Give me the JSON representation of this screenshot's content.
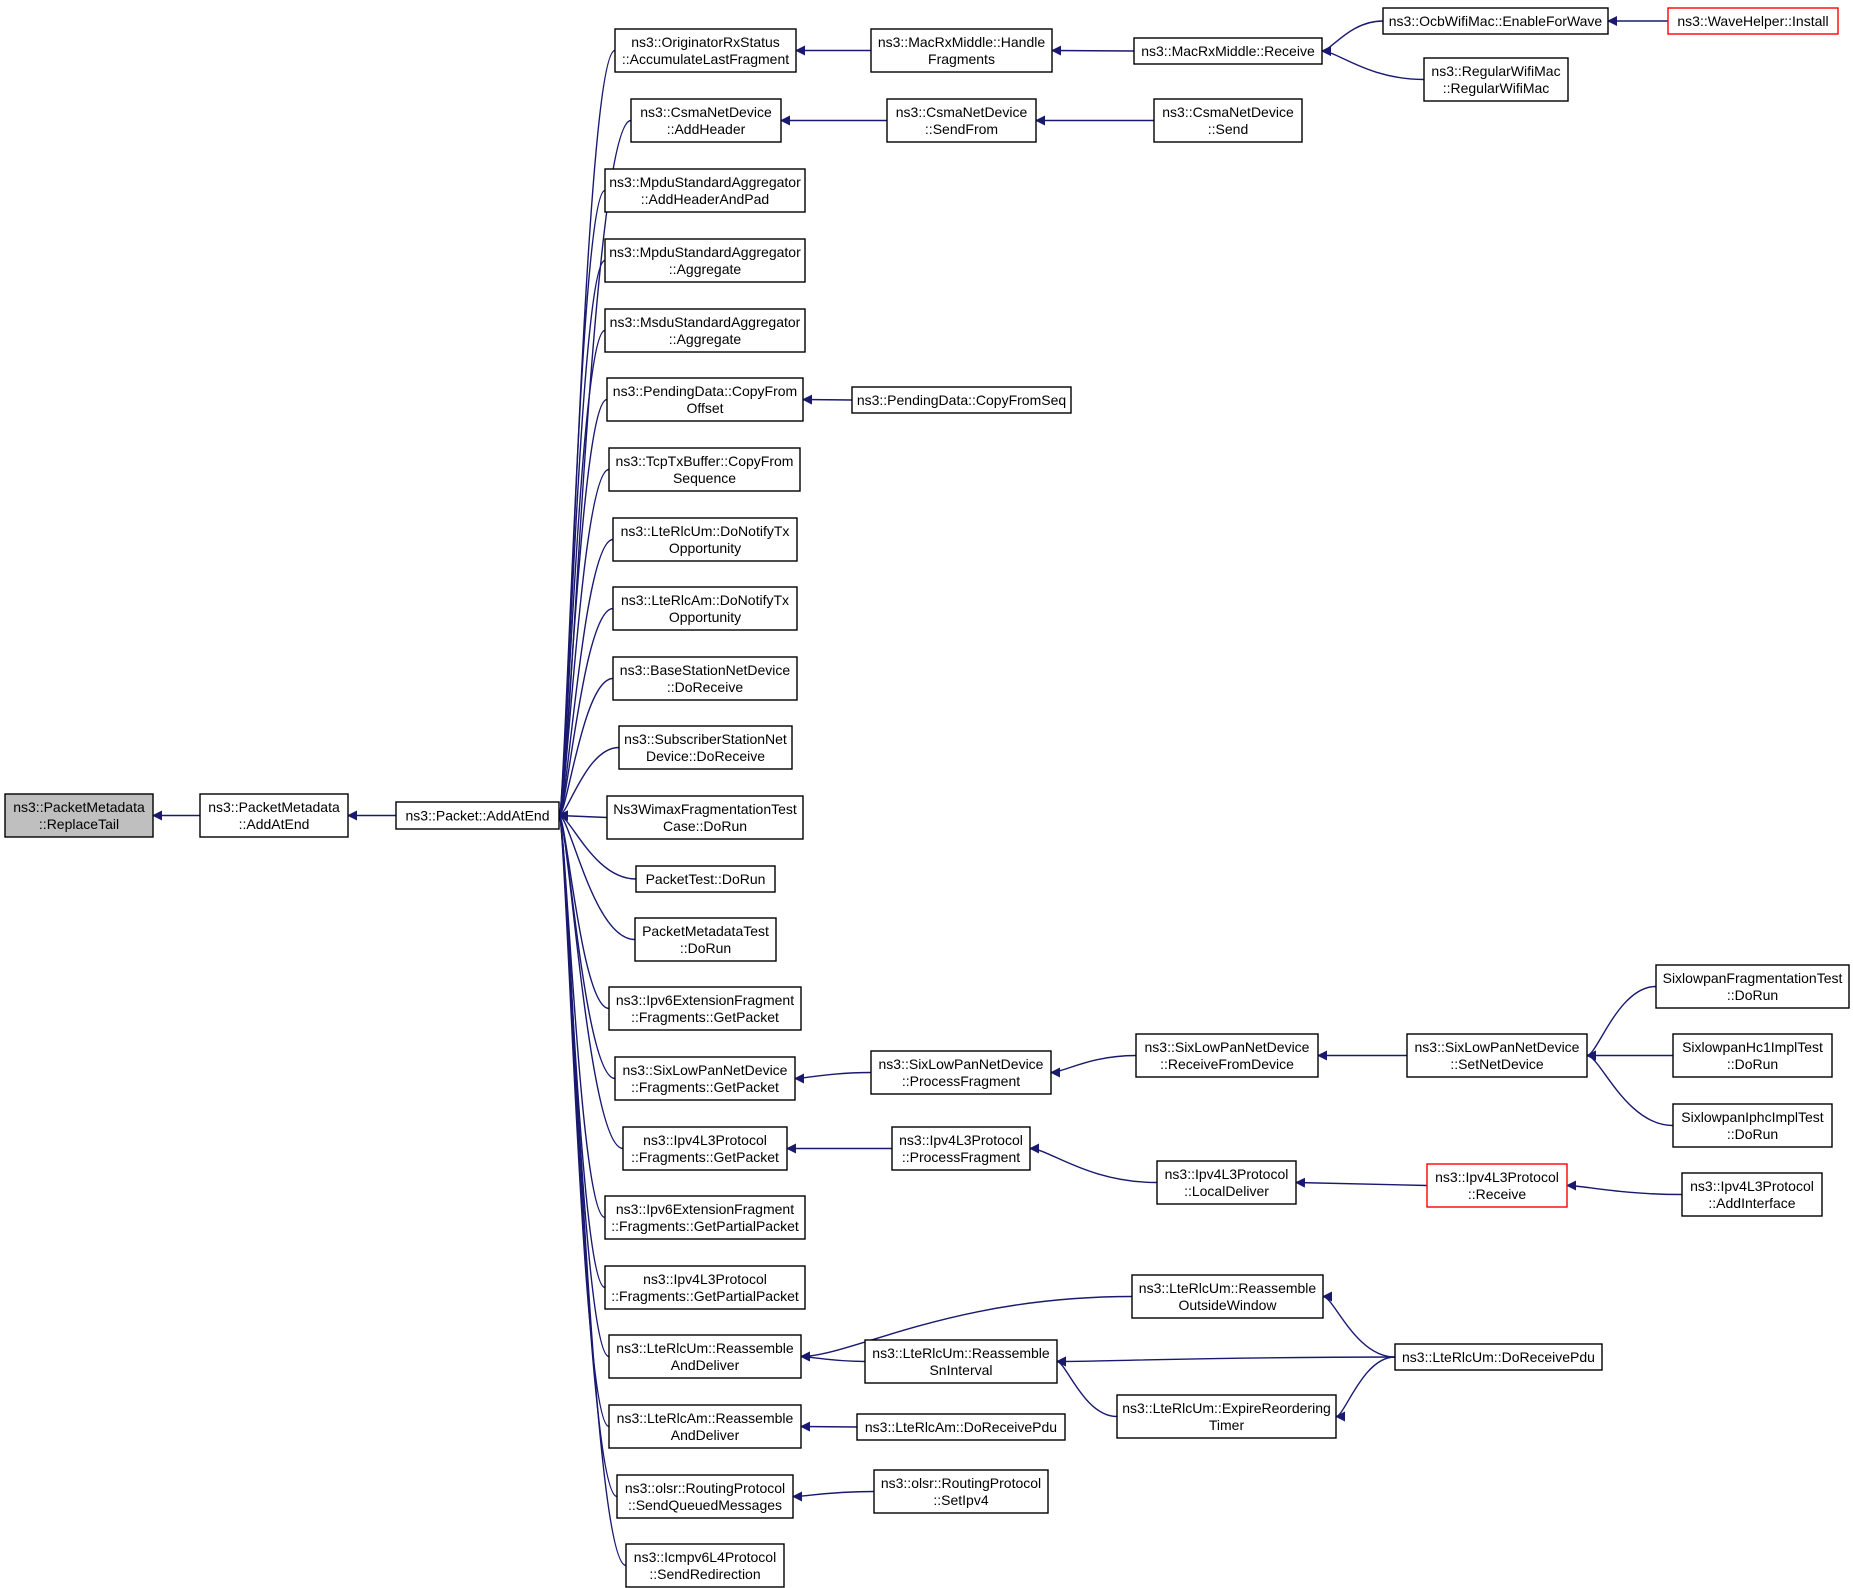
{
  "diagram": {
    "title": "",
    "edge_color": "#191970",
    "root_fill": "#bfbfbf",
    "highlight_border": "#ff0000",
    "nodes": [
      {
        "id": "replacetail",
        "lines": [
          "ns3::PacketMetadata",
          "::ReplaceTail"
        ],
        "style": "root"
      },
      {
        "id": "pm_addatend",
        "lines": [
          "ns3::PacketMetadata",
          "::AddAtEnd"
        ]
      },
      {
        "id": "packet_addatend",
        "lines": [
          "ns3::Packet::AddAtEnd"
        ]
      },
      {
        "id": "orig_acc",
        "lines": [
          "ns3::OriginatorRxStatus",
          "::AccumulateLastFragment"
        ]
      },
      {
        "id": "csma_addheader",
        "lines": [
          "ns3::CsmaNetDevice",
          "::AddHeader"
        ]
      },
      {
        "id": "mpdu_addheaderpad",
        "lines": [
          "ns3::MpduStandardAggregator",
          "::AddHeaderAndPad"
        ]
      },
      {
        "id": "mpdu_aggregate",
        "lines": [
          "ns3::MpduStandardAggregator",
          "::Aggregate"
        ]
      },
      {
        "id": "msdu_aggregate",
        "lines": [
          "ns3::MsduStandardAggregator",
          "::Aggregate"
        ]
      },
      {
        "id": "pending_copyfromoffset",
        "lines": [
          "ns3::PendingData::CopyFrom",
          "Offset"
        ]
      },
      {
        "id": "tcptx_copyfromseq",
        "lines": [
          "ns3::TcpTxBuffer::CopyFrom",
          "Sequence"
        ]
      },
      {
        "id": "rlcum_notifytx",
        "lines": [
          "ns3::LteRlcUm::DoNotifyTx",
          "Opportunity"
        ]
      },
      {
        "id": "rlcam_notifytx",
        "lines": [
          "ns3::LteRlcAm::DoNotifyTx",
          "Opportunity"
        ]
      },
      {
        "id": "bs_doreceive",
        "lines": [
          "ns3::BaseStationNetDevice",
          "::DoReceive"
        ]
      },
      {
        "id": "ss_doreceive",
        "lines": [
          "ns3::SubscriberStationNet",
          "Device::DoReceive"
        ]
      },
      {
        "id": "wimaxfrag_dorun",
        "lines": [
          "Ns3WimaxFragmentationTest",
          "Case::DoRun"
        ]
      },
      {
        "id": "packettest_dorun",
        "lines": [
          "PacketTest::DoRun"
        ]
      },
      {
        "id": "pmtest_dorun",
        "lines": [
          "PacketMetadataTest",
          "::DoRun"
        ]
      },
      {
        "id": "ipv6frag_getpacket",
        "lines": [
          "ns3::Ipv6ExtensionFragment",
          "::Fragments::GetPacket"
        ]
      },
      {
        "id": "sixlow_getpacket",
        "lines": [
          "ns3::SixLowPanNetDevice",
          "::Fragments::GetPacket"
        ]
      },
      {
        "id": "ipv4_getpacket",
        "lines": [
          "ns3::Ipv4L3Protocol",
          "::Fragments::GetPacket"
        ]
      },
      {
        "id": "ipv6frag_getpartial",
        "lines": [
          "ns3::Ipv6ExtensionFragment",
          "::Fragments::GetPartialPacket"
        ]
      },
      {
        "id": "ipv4_getpartial",
        "lines": [
          "ns3::Ipv4L3Protocol",
          "::Fragments::GetPartialPacket"
        ]
      },
      {
        "id": "rlcum_reassembledeliver",
        "lines": [
          "ns3::LteRlcUm::Reassemble",
          "AndDeliver"
        ]
      },
      {
        "id": "rlcam_reassembledeliver",
        "lines": [
          "ns3::LteRlcAm::Reassemble",
          "AndDeliver"
        ]
      },
      {
        "id": "olsr_sendqueued",
        "lines": [
          "ns3::olsr::RoutingProtocol",
          "::SendQueuedMessages"
        ]
      },
      {
        "id": "icmpv6_sendredirection",
        "lines": [
          "ns3::Icmpv6L4Protocol",
          "::SendRedirection"
        ]
      },
      {
        "id": "macrx_handlefrag",
        "lines": [
          "ns3::MacRxMiddle::Handle",
          "Fragments"
        ]
      },
      {
        "id": "csma_sendfrom",
        "lines": [
          "ns3::CsmaNetDevice",
          "::SendFrom"
        ]
      },
      {
        "id": "pending_copyfromseq",
        "lines": [
          "ns3::PendingData::CopyFromSeq"
        ]
      },
      {
        "id": "sixlow_processfrag",
        "lines": [
          "ns3::SixLowPanNetDevice",
          "::ProcessFragment"
        ]
      },
      {
        "id": "ipv4_processfrag",
        "lines": [
          "ns3::Ipv4L3Protocol",
          "::ProcessFragment"
        ]
      },
      {
        "id": "rlcum_reassemblesn",
        "lines": [
          "ns3::LteRlcUm::Reassemble",
          "SnInterval"
        ]
      },
      {
        "id": "rlcam_doreceivepdu",
        "lines": [
          "ns3::LteRlcAm::DoReceivePdu"
        ]
      },
      {
        "id": "olsr_setipv4",
        "lines": [
          "ns3::olsr::RoutingProtocol",
          "::SetIpv4"
        ]
      },
      {
        "id": "macrx_receive",
        "lines": [
          "ns3::MacRxMiddle::Receive"
        ]
      },
      {
        "id": "csma_send",
        "lines": [
          "ns3::CsmaNetDevice",
          "::Send"
        ]
      },
      {
        "id": "sixlow_receivefromdevice",
        "lines": [
          "ns3::SixLowPanNetDevice",
          "::ReceiveFromDevice"
        ]
      },
      {
        "id": "ipv4_localdeliver",
        "lines": [
          "ns3::Ipv4L3Protocol",
          "::LocalDeliver"
        ]
      },
      {
        "id": "rlcum_reassembleoutside",
        "lines": [
          "ns3::LteRlcUm::Reassemble",
          "OutsideWindow"
        ]
      },
      {
        "id": "rlcum_expirereordering",
        "lines": [
          "ns3::LteRlcUm::ExpireReordering",
          "Timer"
        ]
      },
      {
        "id": "ocb_enableforwave",
        "lines": [
          "ns3::OcbWifiMac::EnableForWave"
        ]
      },
      {
        "id": "regularwifimac",
        "lines": [
          "ns3::RegularWifiMac",
          "::RegularWifiMac"
        ]
      },
      {
        "id": "sixlow_setnetdevice",
        "lines": [
          "ns3::SixLowPanNetDevice",
          "::SetNetDevice"
        ]
      },
      {
        "id": "ipv4_receive",
        "lines": [
          "ns3::Ipv4L3Protocol",
          "::Receive"
        ],
        "style": "red"
      },
      {
        "id": "rlcum_doreceivepdu",
        "lines": [
          "ns3::LteRlcUm::DoReceivePdu"
        ]
      },
      {
        "id": "wavehelper_install",
        "lines": [
          "ns3::WaveHelper::Install"
        ],
        "style": "red"
      },
      {
        "id": "sixfragtest_dorun",
        "lines": [
          "SixlowpanFragmentationTest",
          "::DoRun"
        ]
      },
      {
        "id": "sixhc1test_dorun",
        "lines": [
          "SixlowpanHc1ImplTest",
          "::DoRun"
        ]
      },
      {
        "id": "sixiphctest_dorun",
        "lines": [
          "SixlowpanIphcImplTest",
          "::DoRun"
        ]
      },
      {
        "id": "ipv4_addinterface",
        "lines": [
          "ns3::Ipv4L3Protocol",
          "::AddInterface"
        ]
      }
    ],
    "edges": [
      {
        "from": "pm_addatend",
        "to": "replacetail"
      },
      {
        "from": "packet_addatend",
        "to": "pm_addatend"
      },
      {
        "from": "orig_acc",
        "to": "packet_addatend"
      },
      {
        "from": "csma_addheader",
        "to": "packet_addatend"
      },
      {
        "from": "mpdu_addheaderpad",
        "to": "packet_addatend"
      },
      {
        "from": "mpdu_aggregate",
        "to": "packet_addatend"
      },
      {
        "from": "msdu_aggregate",
        "to": "packet_addatend"
      },
      {
        "from": "pending_copyfromoffset",
        "to": "packet_addatend"
      },
      {
        "from": "tcptx_copyfromseq",
        "to": "packet_addatend"
      },
      {
        "from": "rlcum_notifytx",
        "to": "packet_addatend"
      },
      {
        "from": "rlcam_notifytx",
        "to": "packet_addatend"
      },
      {
        "from": "bs_doreceive",
        "to": "packet_addatend"
      },
      {
        "from": "ss_doreceive",
        "to": "packet_addatend"
      },
      {
        "from": "wimaxfrag_dorun",
        "to": "packet_addatend"
      },
      {
        "from": "packettest_dorun",
        "to": "packet_addatend"
      },
      {
        "from": "pmtest_dorun",
        "to": "packet_addatend"
      },
      {
        "from": "ipv6frag_getpacket",
        "to": "packet_addatend"
      },
      {
        "from": "sixlow_getpacket",
        "to": "packet_addatend"
      },
      {
        "from": "ipv4_getpacket",
        "to": "packet_addatend"
      },
      {
        "from": "ipv6frag_getpartial",
        "to": "packet_addatend"
      },
      {
        "from": "ipv4_getpartial",
        "to": "packet_addatend"
      },
      {
        "from": "rlcum_reassembledeliver",
        "to": "packet_addatend"
      },
      {
        "from": "rlcam_reassembledeliver",
        "to": "packet_addatend"
      },
      {
        "from": "olsr_sendqueued",
        "to": "packet_addatend"
      },
      {
        "from": "icmpv6_sendredirection",
        "to": "packet_addatend"
      },
      {
        "from": "macrx_handlefrag",
        "to": "orig_acc"
      },
      {
        "from": "csma_sendfrom",
        "to": "csma_addheader"
      },
      {
        "from": "pending_copyfromseq",
        "to": "pending_copyfromoffset"
      },
      {
        "from": "sixlow_processfrag",
        "to": "sixlow_getpacket"
      },
      {
        "from": "ipv4_processfrag",
        "to": "ipv4_getpacket"
      },
      {
        "from": "rlcum_reassembleoutside",
        "to": "rlcum_reassembledeliver"
      },
      {
        "from": "rlcum_reassemblesn",
        "to": "rlcum_reassembledeliver"
      },
      {
        "from": "rlcam_doreceivepdu",
        "to": "rlcam_reassembledeliver"
      },
      {
        "from": "olsr_setipv4",
        "to": "olsr_sendqueued"
      },
      {
        "from": "macrx_receive",
        "to": "macrx_handlefrag"
      },
      {
        "from": "csma_send",
        "to": "csma_sendfrom"
      },
      {
        "from": "sixlow_receivefromdevice",
        "to": "sixlow_processfrag"
      },
      {
        "from": "ipv4_localdeliver",
        "to": "ipv4_processfrag"
      },
      {
        "from": "rlcum_doreceivepdu",
        "to": "rlcum_reassemblesn"
      },
      {
        "from": "rlcum_expirereordering",
        "to": "rlcum_reassemblesn"
      },
      {
        "from": "ocb_enableforwave",
        "to": "macrx_receive"
      },
      {
        "from": "regularwifimac",
        "to": "macrx_receive"
      },
      {
        "from": "sixlow_setnetdevice",
        "to": "sixlow_receivefromdevice"
      },
      {
        "from": "ipv4_receive",
        "to": "ipv4_localdeliver"
      },
      {
        "from": "rlcum_doreceivepdu",
        "to": "rlcum_reassembleoutside"
      },
      {
        "from": "rlcum_doreceivepdu",
        "to": "rlcum_expirereordering"
      },
      {
        "from": "wavehelper_install",
        "to": "ocb_enableforwave"
      },
      {
        "from": "sixfragtest_dorun",
        "to": "sixlow_setnetdevice"
      },
      {
        "from": "sixhc1test_dorun",
        "to": "sixlow_setnetdevice"
      },
      {
        "from": "sixiphctest_dorun",
        "to": "sixlow_setnetdevice"
      },
      {
        "from": "ipv4_addinterface",
        "to": "ipv4_receive"
      }
    ]
  }
}
